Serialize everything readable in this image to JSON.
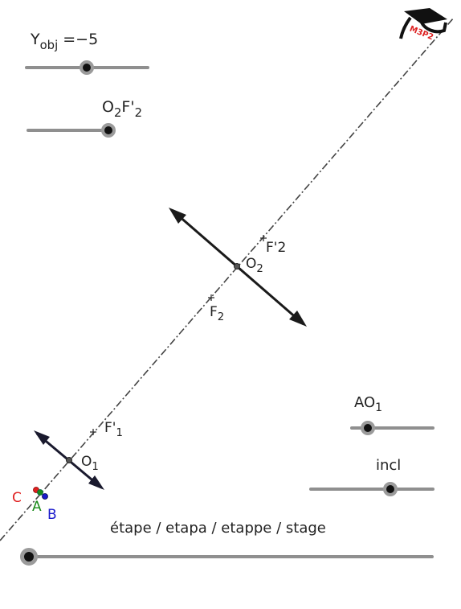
{
  "sliders": {
    "yobj": {
      "label_main": "Y",
      "label_sub": "obj",
      "label_rest": " =−5",
      "value": -5
    },
    "o2f2": {
      "label_a": "O",
      "label_a_sub": "2",
      "label_b": "F'",
      "label_b_sub": "2"
    },
    "ao1": {
      "label": "AO",
      "label_sub": "1"
    },
    "incl": {
      "label": "incl"
    },
    "stage": {
      "label": "étape / etapa / etappe / stage"
    }
  },
  "points": {
    "f_prime_2": {
      "label": "F'2"
    },
    "o2": {
      "label": "O",
      "sub": "2"
    },
    "f2": {
      "label": "F",
      "sub": "2"
    },
    "f_prime_1": {
      "label": "F'",
      "sub": "1"
    },
    "o1": {
      "label": "O",
      "sub": "1"
    },
    "c": {
      "label": "C"
    },
    "a": {
      "label": "A"
    },
    "b": {
      "label": "B"
    }
  },
  "logo": {
    "text": "M3P2"
  },
  "colors": {
    "axis": "#444444",
    "lens": "#1a1a2e",
    "point_c": "#e02020",
    "point_a": "#1a8a1a",
    "point_b": "#1a1acc",
    "slider_track": "#8f8f8f",
    "logo_text": "#dd2222"
  },
  "icons": {
    "logo": "graduation-cap-icon"
  }
}
